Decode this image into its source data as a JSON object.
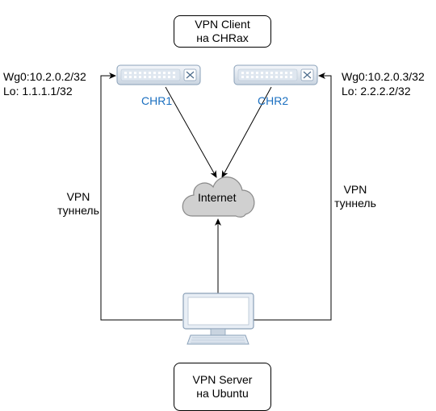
{
  "client_box": {
    "line1": "VPN Client",
    "line2": "на CHRax"
  },
  "server_box": {
    "line1": "VPN Server",
    "line2": "на Ubuntu"
  },
  "routers": [
    {
      "label": "CHR1",
      "wg": "Wg0:10.2.0.2/32",
      "lo": "Lo: 1.1.1.1/32"
    },
    {
      "label": "CHR2",
      "wg": "Wg0:10.2.0.3/32",
      "lo": "Lo: 2.2.2.2/32"
    }
  ],
  "cloud": {
    "label": "Internet"
  },
  "tunnels": [
    {
      "line1": "VPN",
      "line2": "туннель"
    },
    {
      "line1": "VPN",
      "line2": "туннель"
    }
  ],
  "colors": {
    "router_label": "#1a6fc0",
    "cloud_fill": "#d0d0d0",
    "device_fill": "#e8eef5"
  }
}
